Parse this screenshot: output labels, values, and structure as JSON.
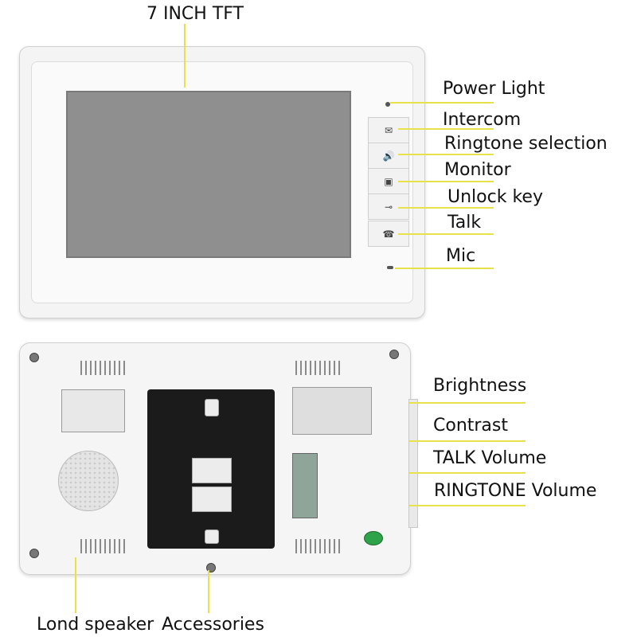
{
  "front_labels": {
    "screen": "7 INCH TFT",
    "power_light": "Power Light",
    "intercom": "Intercom",
    "ringtone_selection": "Ringtone selection",
    "monitor": "Monitor",
    "unlock_key": "Unlock key",
    "talk": "Talk",
    "mic": "Mic"
  },
  "front_buttons": {
    "intercom_glyph": "✉",
    "ringtone_glyph": "🔊",
    "monitor_glyph": "▣",
    "unlock_glyph": "⊸",
    "talk_glyph": "☎"
  },
  "back_labels": {
    "brightness": "Brightness",
    "contrast": "Contrast",
    "talk_volume": "TALK Volume",
    "ringtone_volume": "RINGTONE Volume",
    "speaker": "Lond speaker",
    "accessories": "Accessories"
  },
  "colors": {
    "leader_line": "#e8e24a",
    "screen": "#8f8f8f",
    "bracket": "#1b1b1b"
  }
}
